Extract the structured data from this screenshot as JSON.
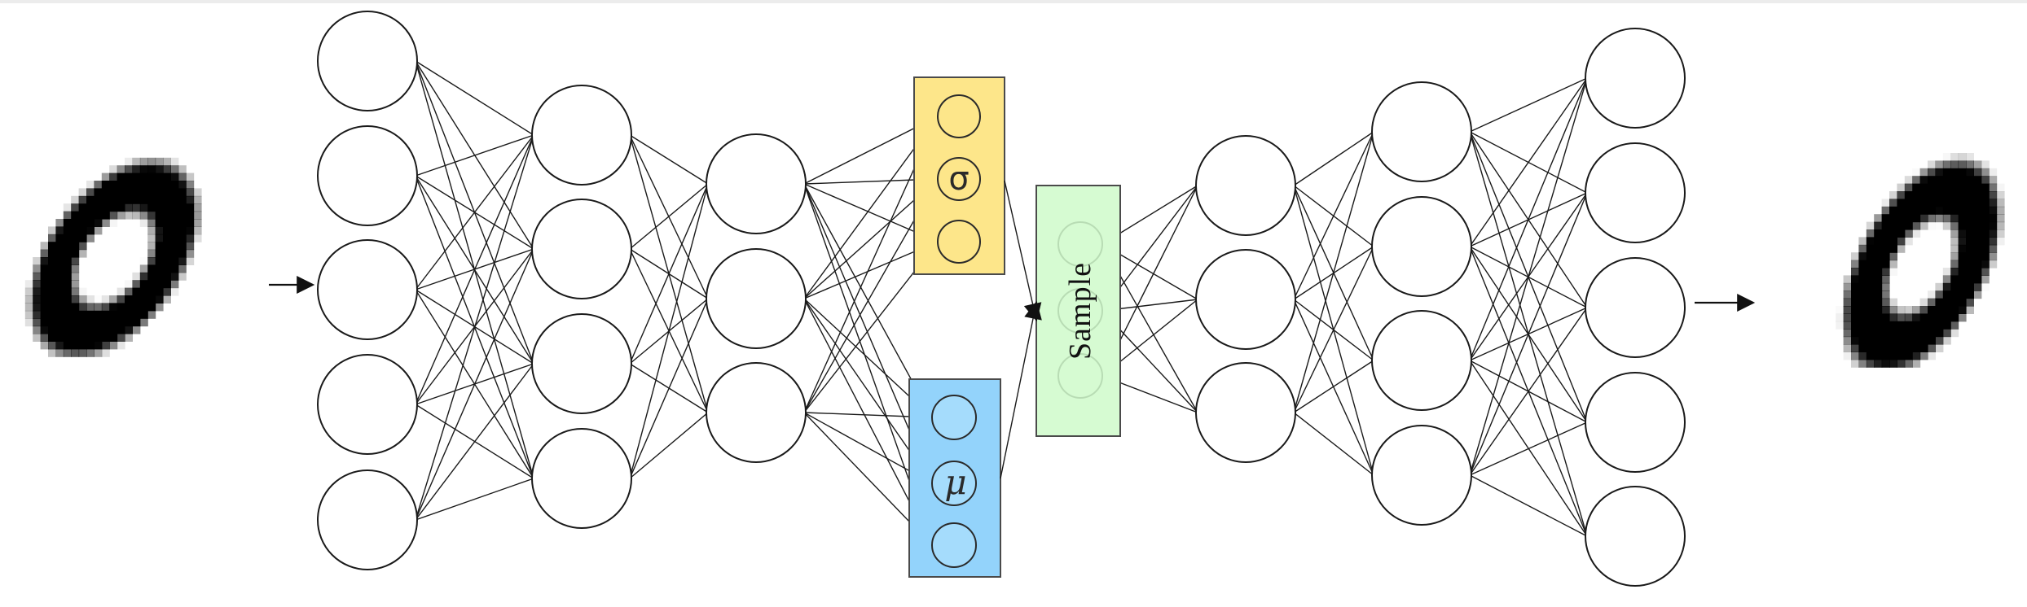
{
  "diagram": {
    "title": "",
    "sigma_label": "σ",
    "mu_label": "μ",
    "sample_label": "Sample"
  },
  "input_image": {
    "digit": "0"
  },
  "output_image": {
    "digit": "0"
  },
  "layers": [
    {
      "role": "input",
      "nodes": 5
    },
    {
      "role": "encoder-hidden-1",
      "nodes": 4
    },
    {
      "role": "encoder-hidden-2",
      "nodes": 3
    },
    {
      "role": "sigma",
      "nodes": 3
    },
    {
      "role": "mu",
      "nodes": 3
    },
    {
      "role": "sample",
      "nodes": 3
    },
    {
      "role": "decoder-hidden-1",
      "nodes": 3
    },
    {
      "role": "decoder-hidden-2",
      "nodes": 4
    },
    {
      "role": "output",
      "nodes": 5
    }
  ],
  "colors": {
    "sigma_box": "#fde68a",
    "mu_box": "#93d3fb",
    "sample_box": "#d6fbd2",
    "stroke": "#1a1a1a"
  }
}
